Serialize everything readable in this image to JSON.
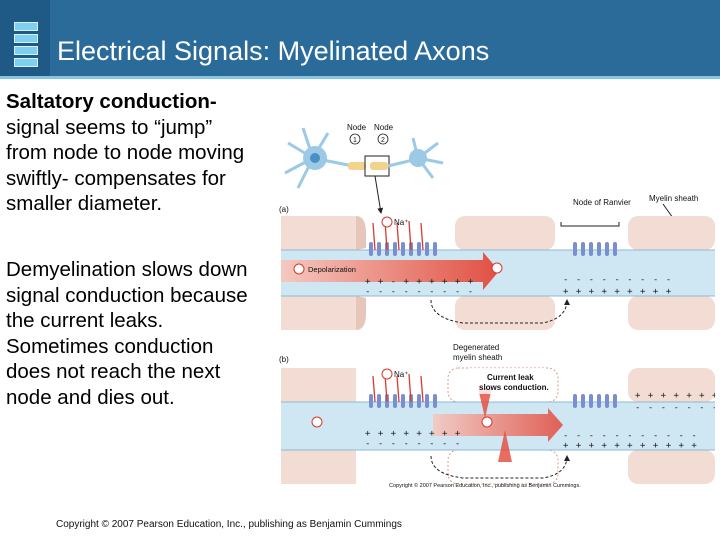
{
  "header": {
    "title": "Electrical Signals: Myelinated Axons"
  },
  "body": {
    "p1_bold": "Saltatory conduction-",
    "p1_rest": " signal seems to “jump” from node to node moving swiftly- compensates for smaller diameter.",
    "p2": "Demyelination slows down signal conduction because the current leaks. Sometimes conduction does not reach the next node and dies out."
  },
  "figure": {
    "node1_label": "Node",
    "node1_num": "1",
    "node2_label": "Node",
    "node2_num": "2",
    "panel_a": "(a)",
    "panel_b": "(b)",
    "na_label_a": "Na⁺",
    "na_label_b": "Na⁺",
    "node_of_ranvier": "Node of Ranvier",
    "myelin_sheath": "Myelin sheath",
    "depolarization": "Depolarization",
    "degenerated_line1": "Degenerated",
    "degenerated_line2": "myelin sheath",
    "current_leak_line1": "Current leak",
    "current_leak_line2": "slows conduction.",
    "figure_copyright": "Copyright © 2007 Pearson Education, Inc., publishing as Benjamin Cummings."
  },
  "footer": {
    "copyright": "Copyright © 2007 Pearson Education, Inc., publishing as Benjamin Cummings"
  },
  "colors": {
    "header_bg": "#2b6b9a",
    "axon_fill": "#cfe6f3",
    "myelin_fill": "#f2dcd3",
    "signal_red": "#e2483a",
    "channel_blue": "#7a8fd0"
  }
}
